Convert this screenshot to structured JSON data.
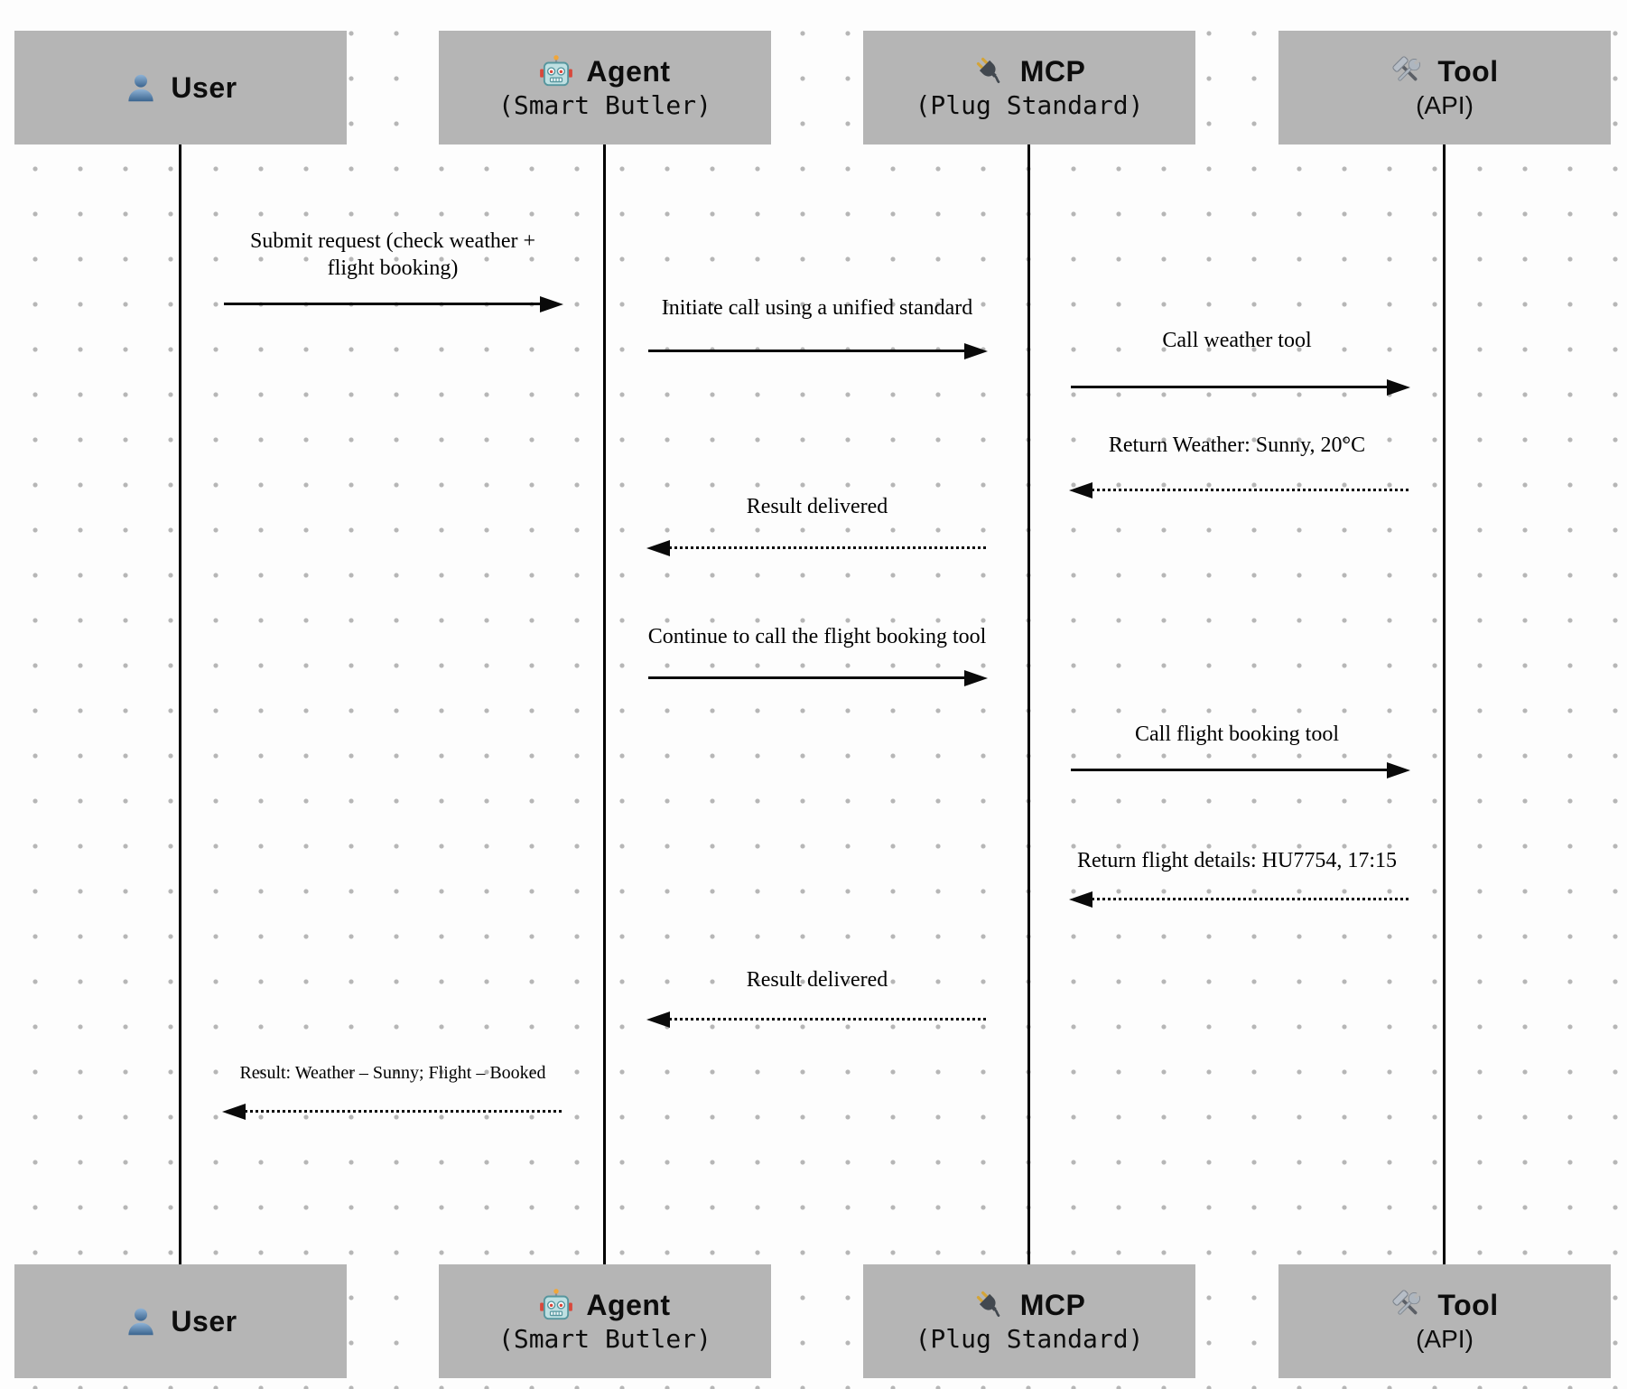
{
  "actors": [
    {
      "title": "User",
      "subtitle": "",
      "icon": "user-icon"
    },
    {
      "title": "Agent",
      "subtitle": "(Smart Butler)",
      "icon": "robot-icon"
    },
    {
      "title": "MCP",
      "subtitle": "(Plug Standard)",
      "icon": "plug-icon"
    },
    {
      "title": "Tool",
      "subtitle": "(API)",
      "icon": "tools-icon"
    }
  ],
  "messages": [
    {
      "label": "Submit request (check weather +\nflight booking)",
      "from": "User",
      "to": "Agent",
      "line": "solid"
    },
    {
      "label": "Initiate call using a unified standard",
      "from": "Agent",
      "to": "MCP",
      "line": "solid"
    },
    {
      "label": "Call weather tool",
      "from": "MCP",
      "to": "Tool",
      "line": "solid"
    },
    {
      "label": "Return Weather: Sunny, 20°C",
      "from": "Tool",
      "to": "MCP",
      "line": "dotted"
    },
    {
      "label": "Result delivered",
      "from": "MCP",
      "to": "Agent",
      "line": "dotted"
    },
    {
      "label": "Continue to call the flight booking tool",
      "from": "Agent",
      "to": "MCP",
      "line": "solid"
    },
    {
      "label": "Call flight booking tool",
      "from": "MCP",
      "to": "Tool",
      "line": "solid"
    },
    {
      "label": "Return flight details: HU7754, 17:15",
      "from": "Tool",
      "to": "MCP",
      "line": "dotted"
    },
    {
      "label": "Result delivered",
      "from": "MCP",
      "to": "Agent",
      "line": "dotted"
    },
    {
      "label": "Result: Weather – Sunny; Flight – Booked",
      "from": "Agent",
      "to": "User",
      "line": "dotted"
    }
  ],
  "colors": {
    "actor_box": "#b5b5b5",
    "arrow": "#0a0a0a",
    "background": "#fdfdfd",
    "grid_dot": "#b6b6b6",
    "user_icon_blue": "#4d7aa6"
  }
}
